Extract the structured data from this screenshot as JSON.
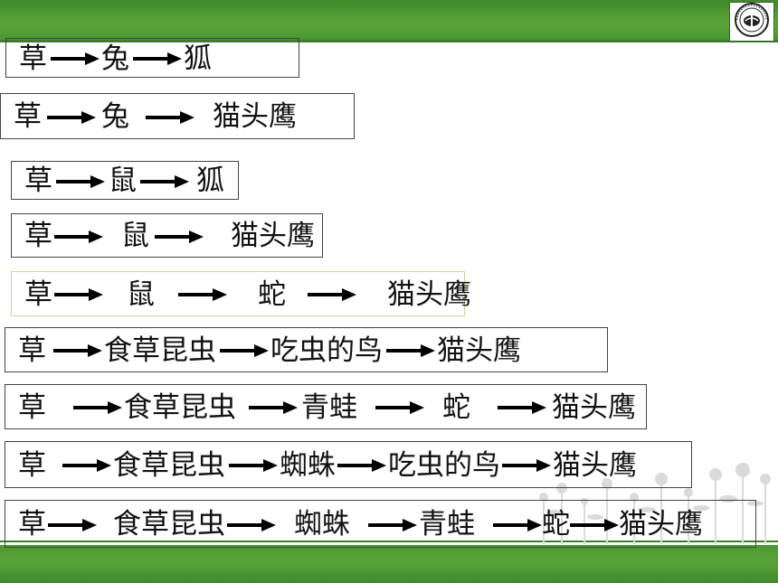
{
  "slide": {
    "logo": {
      "icon": "school-emblem-icon"
    },
    "decoration": {
      "icon": "grass-pattern-icon",
      "color": "#d7d7d7"
    },
    "colors": {
      "band": "#5aa63a",
      "band_dark": "#3d7f27",
      "arrow": "#000000"
    },
    "food_chains": [
      {
        "nodes": [
          "草",
          "兔",
          "狐"
        ]
      },
      {
        "nodes": [
          "草",
          "兔",
          "猫头鹰"
        ]
      },
      {
        "nodes": [
          "草",
          "鼠",
          "狐"
        ]
      },
      {
        "nodes": [
          "草",
          "鼠",
          "猫头鹰"
        ]
      },
      {
        "nodes": [
          "草",
          "鼠",
          "蛇",
          "猫头鹰"
        ]
      },
      {
        "nodes": [
          "草",
          "食草昆虫",
          "吃虫的鸟",
          "猫头鹰"
        ]
      },
      {
        "nodes": [
          "草",
          "食草昆虫",
          "青蛙",
          "蛇",
          "猫头鹰"
        ]
      },
      {
        "nodes": [
          "草",
          "食草昆虫",
          "蜘蛛",
          "吃虫的鸟",
          "猫头鹰"
        ]
      },
      {
        "nodes": [
          "草",
          "食草昆虫",
          "蜘蛛",
          "青蛙",
          "蛇",
          "猫头鹰"
        ]
      }
    ]
  }
}
